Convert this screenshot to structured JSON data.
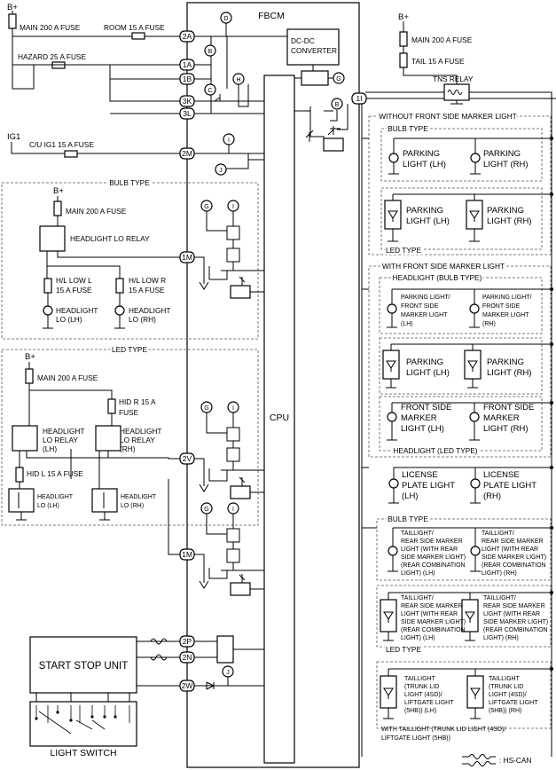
{
  "module": {
    "name": "FBCM",
    "converter": [
      "DC-DC",
      "CONVERTER"
    ],
    "cpu": "CPU"
  },
  "supplies": {
    "bplus": "B+",
    "ig1": "IG1"
  },
  "fuses_left": {
    "main200": "MAIN 200 A FUSE",
    "room15": "ROOM 15 A FUSE",
    "hazard25": "HAZARD 25 A FUSE",
    "cu_ig1": "C/U IG1 15 A FUSE",
    "main200_bulb": "MAIN 200 A FUSE",
    "main200_led": "MAIN 200 A FUSE",
    "hl_low_l": [
      "H/L LOW L",
      "15 A FUSE"
    ],
    "hl_low_r": [
      "H/L LOW R",
      "15 A FUSE"
    ],
    "hid_r": [
      "HID R 15 A",
      "FUSE"
    ],
    "hid_l": "HID L 15 A FUSE"
  },
  "pins": {
    "p2a": "2A",
    "p1a": "1A",
    "p1b": "1B",
    "p3k": "3K",
    "p3l": "3L",
    "p2m": "2M",
    "p1m": "1M",
    "p2v": "2V",
    "p1m2": "1M",
    "p2p": "2P",
    "p2n": "2N",
    "p2w": "2W",
    "p1i": "1I"
  },
  "connectors": {
    "B": "B",
    "C": "C",
    "D": "D",
    "G": "G",
    "H": "H",
    "I": "I",
    "J": "J"
  },
  "bulb_type": {
    "title": "BULB TYPE",
    "relay": "HEADLIGHT LO RELAY",
    "lamp_lh": [
      "HEADLIGHT",
      "LO (LH)"
    ],
    "lamp_rh": [
      "HEADLIGHT",
      "LO (RH)"
    ]
  },
  "led_type": {
    "title": "LED TYPE",
    "relay_lh": [
      "HEADLIGHT",
      "LO RELAY",
      "(LH)"
    ],
    "relay_rh": [
      "HEADLIGHT",
      "LO RELAY",
      "(RH)"
    ],
    "lamp_lh": [
      "HEADLIGHT",
      "LO (LH)"
    ],
    "lamp_rh": [
      "HEADLIGHT",
      "LO (RH)"
    ]
  },
  "start_stop_unit": "START STOP UNIT",
  "light_switch": "LIGHT SWITCH",
  "right": {
    "main200": "MAIN 200 A FUSE",
    "tail15": "TAIL 15 A FUSE",
    "tns_relay": "TNS RELAY",
    "without_group": "WITHOUT FRONT SIDE MARKER LIGHT",
    "wo_bulb_type": "BULB TYPE",
    "wo_parking_lh": [
      "PARKING",
      "LIGHT (LH)"
    ],
    "wo_parking_rh": [
      "PARKING",
      "LIGHT (RH)"
    ],
    "wo_led_parking_lh": [
      "PARKING",
      "LIGHT (LH)"
    ],
    "wo_led_parking_rh": [
      "PARKING",
      "LIGHT (RH)"
    ],
    "wo_led_type": "LED TYPE",
    "with_group": "WITH FRONT SIDE MARKER LIGHT",
    "w_bulb_type": "HEADLIGHT (BULB TYPE)",
    "w_pk_lh": [
      "PARKING LIGHT/",
      "FRONT SIDE",
      "MARKER LIGHT",
      "(LH)"
    ],
    "w_pk_rh": [
      "PARKING LIGHT/",
      "FRONT SIDE",
      "MARKER LIGHT",
      "(RH)"
    ],
    "w_led_pk_lh": [
      "PARKING",
      "LIGHT (LH)"
    ],
    "w_led_pk_rh": [
      "PARKING",
      "LIGHT (RH)"
    ],
    "w_fsm_lh": [
      "FRONT SIDE",
      "MARKER",
      "LIGHT (LH)"
    ],
    "w_fsm_rh": [
      "FRONT SIDE",
      "MARKER",
      "LIGHT (RH)"
    ],
    "w_led_type": "HEADLIGHT (LED TYPE)",
    "license_lh": [
      "LICENSE",
      "PLATE LIGHT",
      "(LH)"
    ],
    "license_rh": [
      "LICENSE",
      "PLATE LIGHT",
      "(RH)"
    ],
    "rear_bulb_type": "BULB TYPE",
    "tail_bulb_lh": [
      "TAILLIGHT/",
      "REAR SIDE MARKER",
      "LIGHT (WITH REAR",
      "SIDE MARKER LIGHT)",
      "(REAR COMBINATION",
      "LIGHT) (LH)"
    ],
    "tail_bulb_rh": [
      "TAILLIGHT/",
      "REAR SIDE MARKER",
      "LIGHT (WITH REAR",
      "SIDE MARKER LIGHT)",
      "(REAR COMBINATION",
      "LIGHT) (RH)"
    ],
    "tail_led_lh": [
      "TAILLIGHT/",
      "REAR SIDE MARKER",
      "LIGHT (WITH REAR",
      "SIDE MARKER LIGHT)",
      "(REAR COMBINATION",
      "LIGHT) (LH)"
    ],
    "tail_led_rh": [
      "TAILLIGHT/",
      "REAR SIDE MARKER",
      "LIGHT (WITH REAR",
      "SIDE MARKER LIGHT)",
      "(REAR COMBINATION",
      "LIGHT) (RH)"
    ],
    "rear_led_type": "LED TYPE",
    "trunk_lh": [
      "TAILLIGHT",
      "(TRUNK LID",
      "LIGHT (4SD)/",
      "LIFTGATE LIGHT",
      "(5HB)) (LH)"
    ],
    "trunk_rh": [
      "TAILLIGHT",
      "(TRUNK LID",
      "LIGHT (4SD)/",
      "LIFTGATE LIGHT",
      "(5HB)) (RH)"
    ],
    "with_taillight": [
      "WITH TAILLIGHT (TRUNK LID LIGHT (4SD)/",
      "LIFTGATE LIGHT (5HB))"
    ]
  },
  "legend": {
    "hs_can": ": HS-CAN"
  }
}
